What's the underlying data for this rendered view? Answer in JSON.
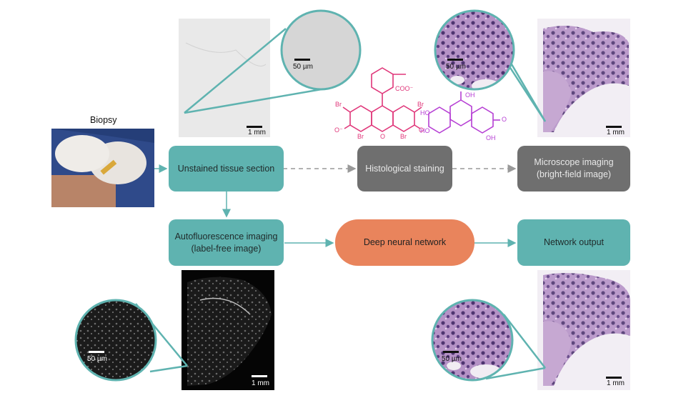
{
  "biopsy_label": "Biopsy",
  "nodes": {
    "unstained": "Unstained tissue section",
    "histological": "Histological staining",
    "microscope": "Microscope imaging\n(bright-field image)",
    "autofluorescence": "Autofluorescence imaging\n(label-free image)",
    "dnn": "Deep neural network",
    "output": "Network output"
  },
  "scale_bars": {
    "unstained_zoom": "50 µm",
    "unstained_full": "1 mm",
    "brightfield_zoom": "50 µm",
    "brightfield_full": "1 mm",
    "autofluor_zoom": "50 µm",
    "autofluor_full": "1 mm",
    "output_zoom": "50 µm",
    "output_full": "1 mm"
  },
  "eosin": {
    "carboxylate": "COO⁻",
    "substituents": [
      "Br",
      "Br",
      "O⁻",
      "O",
      "O",
      "Br",
      "Br"
    ]
  },
  "hematoxylin": {
    "substituents": [
      "OH",
      "HO",
      "HO",
      "O",
      "OH"
    ]
  },
  "colors": {
    "teal": "#5fb3b0",
    "gray": "#6f6f6f",
    "orange": "#e9845c",
    "eosin": "#e0377a",
    "hematoxylin": "#b63fd4",
    "he_stain_light": "#c9a6d3",
    "he_stain_dark": "#5a3f7e"
  }
}
